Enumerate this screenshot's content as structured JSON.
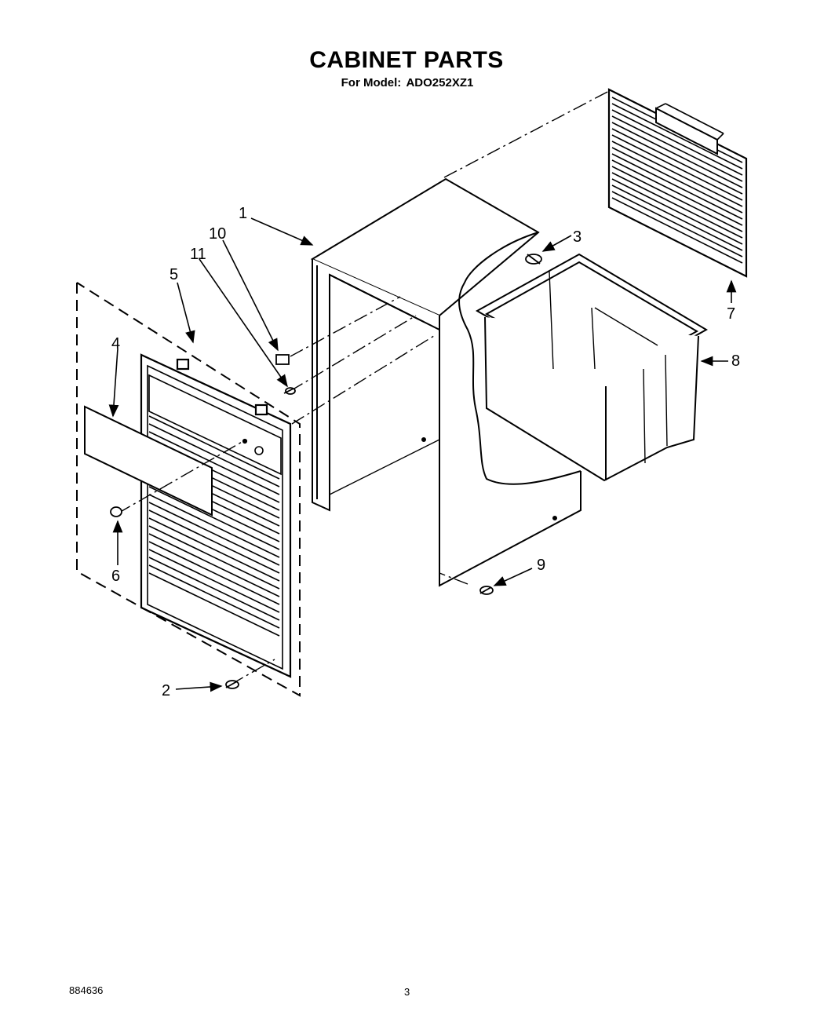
{
  "header": {
    "title": "CABINET PARTS",
    "model_prefix": "For Model:",
    "model": "ADO252XZ1"
  },
  "footer": {
    "doc_number": "884636",
    "page": "3"
  },
  "callouts": [
    {
      "id": "1",
      "label": "1"
    },
    {
      "id": "2",
      "label": "2"
    },
    {
      "id": "3",
      "label": "3"
    },
    {
      "id": "4",
      "label": "4"
    },
    {
      "id": "5",
      "label": "5"
    },
    {
      "id": "6",
      "label": "6"
    },
    {
      "id": "7",
      "label": "7"
    },
    {
      "id": "8",
      "label": "8"
    },
    {
      "id": "9",
      "label": "9"
    },
    {
      "id": "10",
      "label": "10"
    },
    {
      "id": "11",
      "label": "11"
    }
  ]
}
